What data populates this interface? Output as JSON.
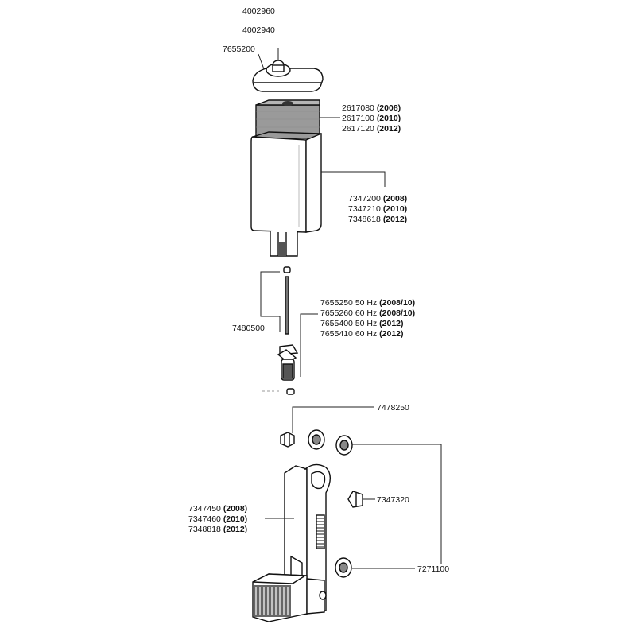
{
  "colors": {
    "line": "#222222",
    "part_fill": "#ffffff",
    "dark": "#6d6d6d",
    "sponge": "#9a9a9a"
  },
  "labels": {
    "top1": "4002960",
    "top2": "4002940",
    "cap": "7655200",
    "sponge": [
      {
        "num": "2617080",
        "year": "(2008)"
      },
      {
        "num": "2617100",
        "year": "(2010)"
      },
      {
        "num": "2617120",
        "year": "(2012)"
      }
    ],
    "housing": [
      {
        "num": "7347200",
        "year": "(2008)"
      },
      {
        "num": "7347210",
        "year": "(2010)"
      },
      {
        "num": "7348618",
        "year": "(2012)"
      }
    ],
    "impeller": [
      {
        "num": "7655250",
        "hz": "50 Hz",
        "year": "(2008/10)"
      },
      {
        "num": "7655260",
        "hz": "60 Hz",
        "year": "(2008/10)"
      },
      {
        "num": "7655400",
        "hz": "50 Hz",
        "year": "(2012)"
      },
      {
        "num": "7655410",
        "hz": "60 Hz",
        "year": "(2012)"
      }
    ],
    "axle": "7480500",
    "nozzle": "7478250",
    "clip": "7347320",
    "suction": "7271100",
    "motor": [
      {
        "num": "7347450",
        "year": "(2008)"
      },
      {
        "num": "7347460",
        "year": "(2010)"
      },
      {
        "num": "7348818",
        "year": "(2012)"
      }
    ]
  }
}
